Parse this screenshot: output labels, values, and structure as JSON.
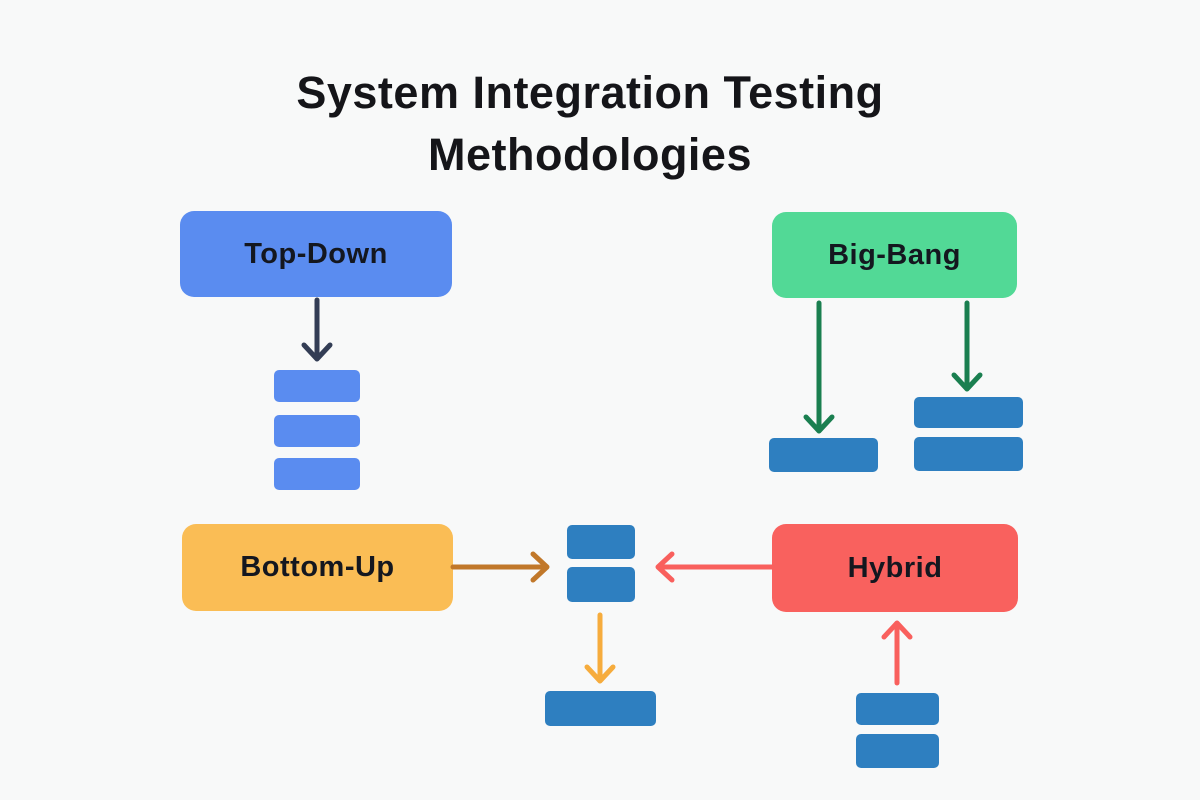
{
  "title": "System Integration Testing Methodologies",
  "methodologies": {
    "top_down": {
      "label": "Top-Down"
    },
    "big_bang": {
      "label": "Big-Bang"
    },
    "bottom_up": {
      "label": "Bottom-Up"
    },
    "hybrid": {
      "label": "Hybrid"
    }
  },
  "colors": {
    "background": "#f8f9f9",
    "title_text": "#151519",
    "top_down_box": "#5a8cf0",
    "big_bang_box": "#52d996",
    "bottom_up_box": "#fabd55",
    "hybrid_box": "#f9615e",
    "light_blue_block": "#5a8cf0",
    "steel_blue_block": "#2e7fc0",
    "navy_arrow": "#333d55",
    "dark_green_arrow": "#1a7f50",
    "dark_orange_arrow": "#c1782a",
    "light_amber_arrow": "#f6ac3d",
    "red_arrow": "#f9605d"
  }
}
